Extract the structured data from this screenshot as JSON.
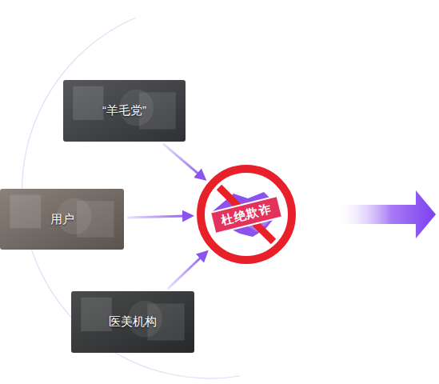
{
  "diagram": {
    "nodes": [
      {
        "text": [
          "“羊毛党”"
        ]
      },
      {
        "text": [
          "用户"
        ]
      },
      {
        "text": [
          "医美机构"
        ]
      },
      {
        "text": [
          "杜绝欺诈"
        ]
      }
    ],
    "edges": [
      {
        "from": 0,
        "to": 3,
        "arrow": "to"
      },
      {
        "from": 1,
        "to": 3,
        "arrow": "to"
      },
      {
        "from": 2,
        "to": 3,
        "arrow": "to"
      }
    ]
  }
}
